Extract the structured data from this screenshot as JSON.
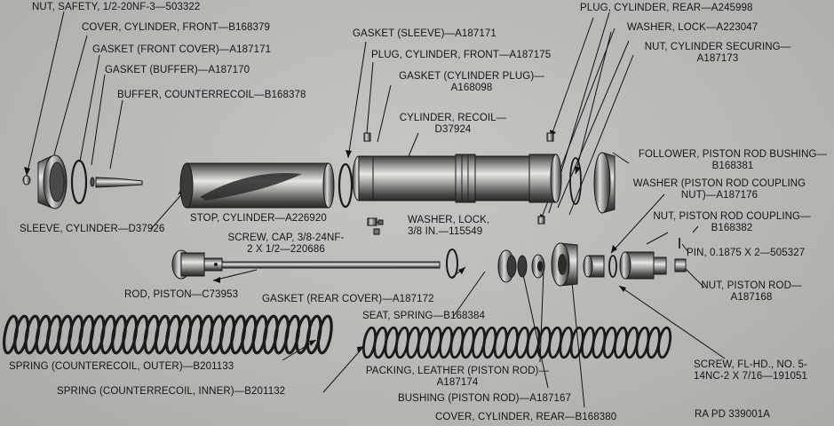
{
  "labels": {
    "nut_safety": "NUT, SAFETY, 1/2-20NF-3—503322",
    "cover_front": "COVER, CYLINDER, FRONT—B168379",
    "gasket_front_cover": "GASKET (FRONT COVER)—A187171",
    "gasket_buffer": "GASKET (BUFFER)—A187170",
    "buffer": "BUFFER, COUNTERRECOIL—B168378",
    "sleeve": "SLEEVE, CYLINDER—D37926",
    "gasket_sleeve": "GASKET (SLEEVE)—A187171",
    "plug_front": "PLUG, CYLINDER, FRONT—A187175",
    "gasket_cyl_plug_1": "GASKET (CYLINDER PLUG)—",
    "gasket_cyl_plug_2": "A168098",
    "cyl_recoil_1": "CYLINDER, RECOIL—",
    "cyl_recoil_2": "D37924",
    "plug_rear": "PLUG, CYLINDER, REAR—A245998",
    "washer_lock_1": "WASHER, LOCK—A223047",
    "nut_cyl_securing_1": "NUT, CYLINDER SECURING—",
    "nut_cyl_securing_2": "A187173",
    "follower_1": "FOLLOWER, PISTON ROD BUSHING—",
    "follower_2": "B168381",
    "washer_coupling_1": "WASHER (PISTON ROD COUPLING",
    "washer_coupling_2": "NUT)—A187176",
    "nut_coupling_1": "NUT, PISTON ROD COUPLING—",
    "nut_coupling_2": "B168382",
    "pin": "PIN, 0.1875 X 2—505327",
    "nut_rod_1": "NUT, PISTON ROD—",
    "nut_rod_2": "A187168",
    "stop": "STOP, CYLINDER—A226920",
    "washer_lock_2a": "WASHER, LOCK,",
    "washer_lock_2b": "3/8 IN.—115549",
    "screw_cap_1": "SCREW, CAP, 3/8-24NF-",
    "screw_cap_2": "2 X 1/2—220686",
    "rod": "ROD, PISTON—C73953",
    "gasket_rear_cover": "GASKET (REAR COVER)—A187172",
    "seat_spring": "SEAT, SPRING—B168384",
    "spring_outer": "SPRING (COUNTERECOIL, OUTER)—B201133",
    "spring_inner": "SPRING (COUNTERRECOIL, INNER)—B201132",
    "packing_1": "PACKING, LEATHER (PISTON ROD)—",
    "packing_2": "A187174",
    "bushing": "BUSHING (PISTON ROD)—A187167",
    "cover_rear": "COVER, CYLINDER, REAR—B168380",
    "screw_fl_1": "SCREW, FL-HD., NO. 5-",
    "screw_fl_2": "14NC-2 X 7/16—191051",
    "ra_pd": "RA PD 339001A"
  }
}
